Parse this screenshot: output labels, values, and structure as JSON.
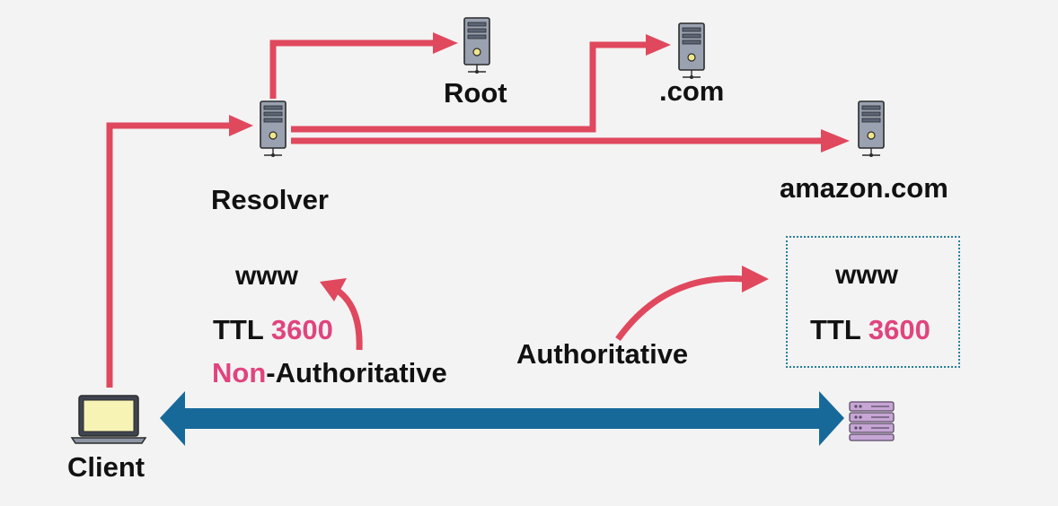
{
  "labels": {
    "root": "Root",
    "com": ".com",
    "amazon": "amazon.com",
    "resolver": "Resolver",
    "client": "Client",
    "authoritative": "Authoritative"
  },
  "resolver_cache": {
    "record": "www",
    "ttl_label": "TTL",
    "ttl_value": "3600",
    "non_prefix": "Non",
    "non_suffix": "-Authoritative"
  },
  "authoritative_record": {
    "record": "www",
    "ttl_label": "TTL",
    "ttl_value": "3600"
  },
  "colors": {
    "background": "#f3f3f3",
    "query_arrow": "#e0485e",
    "response_arrow": "#17699a",
    "highlight": "#e0447e",
    "box_border": "#2a7f9c"
  },
  "icons": {
    "root": "server-tower-icon",
    "com": "server-tower-icon",
    "amazon": "server-tower-icon",
    "resolver": "server-tower-icon",
    "client": "laptop-icon",
    "target": "server-rack-icon"
  }
}
